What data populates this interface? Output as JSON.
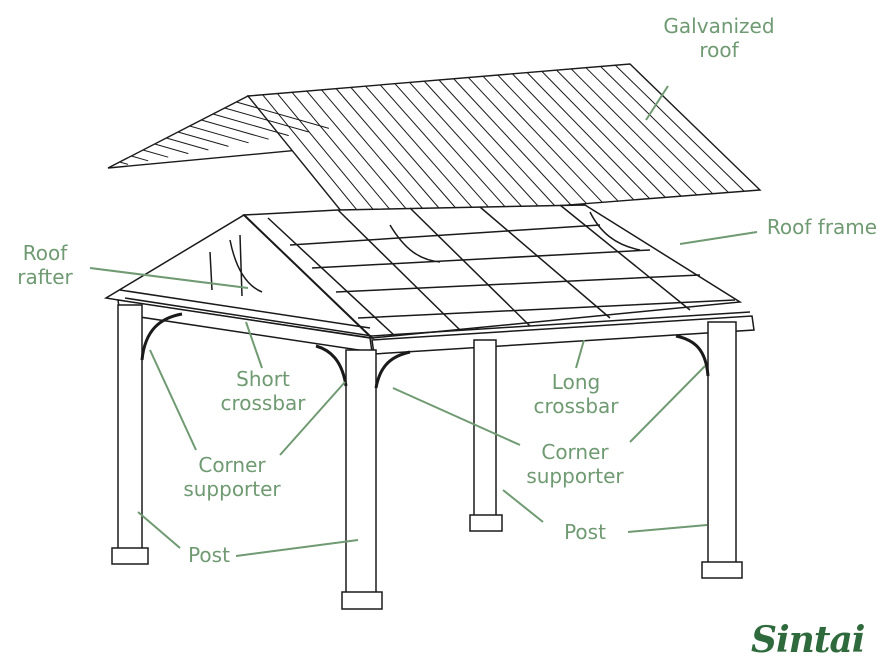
{
  "colors": {
    "label": "#6f9a72",
    "leader": "#6f9a72",
    "ink": "#1a1a1a",
    "logo": "#2f6a3c"
  },
  "labels": {
    "galvanized_roof": [
      "Galvanized",
      "roof"
    ],
    "roof_frame": [
      "Roof frame"
    ],
    "roof_rafter": [
      "Roof",
      "rafter"
    ],
    "short_crossbar": [
      "Short",
      "crossbar"
    ],
    "long_crossbar": [
      "Long",
      "crossbar"
    ],
    "corner_supporter_left": [
      "Corner",
      "supporter"
    ],
    "corner_supporter_right": [
      "Corner",
      "supporter"
    ],
    "post_left": [
      "Post"
    ],
    "post_right": [
      "Post"
    ]
  },
  "logo": {
    "text": "Sintai"
  }
}
